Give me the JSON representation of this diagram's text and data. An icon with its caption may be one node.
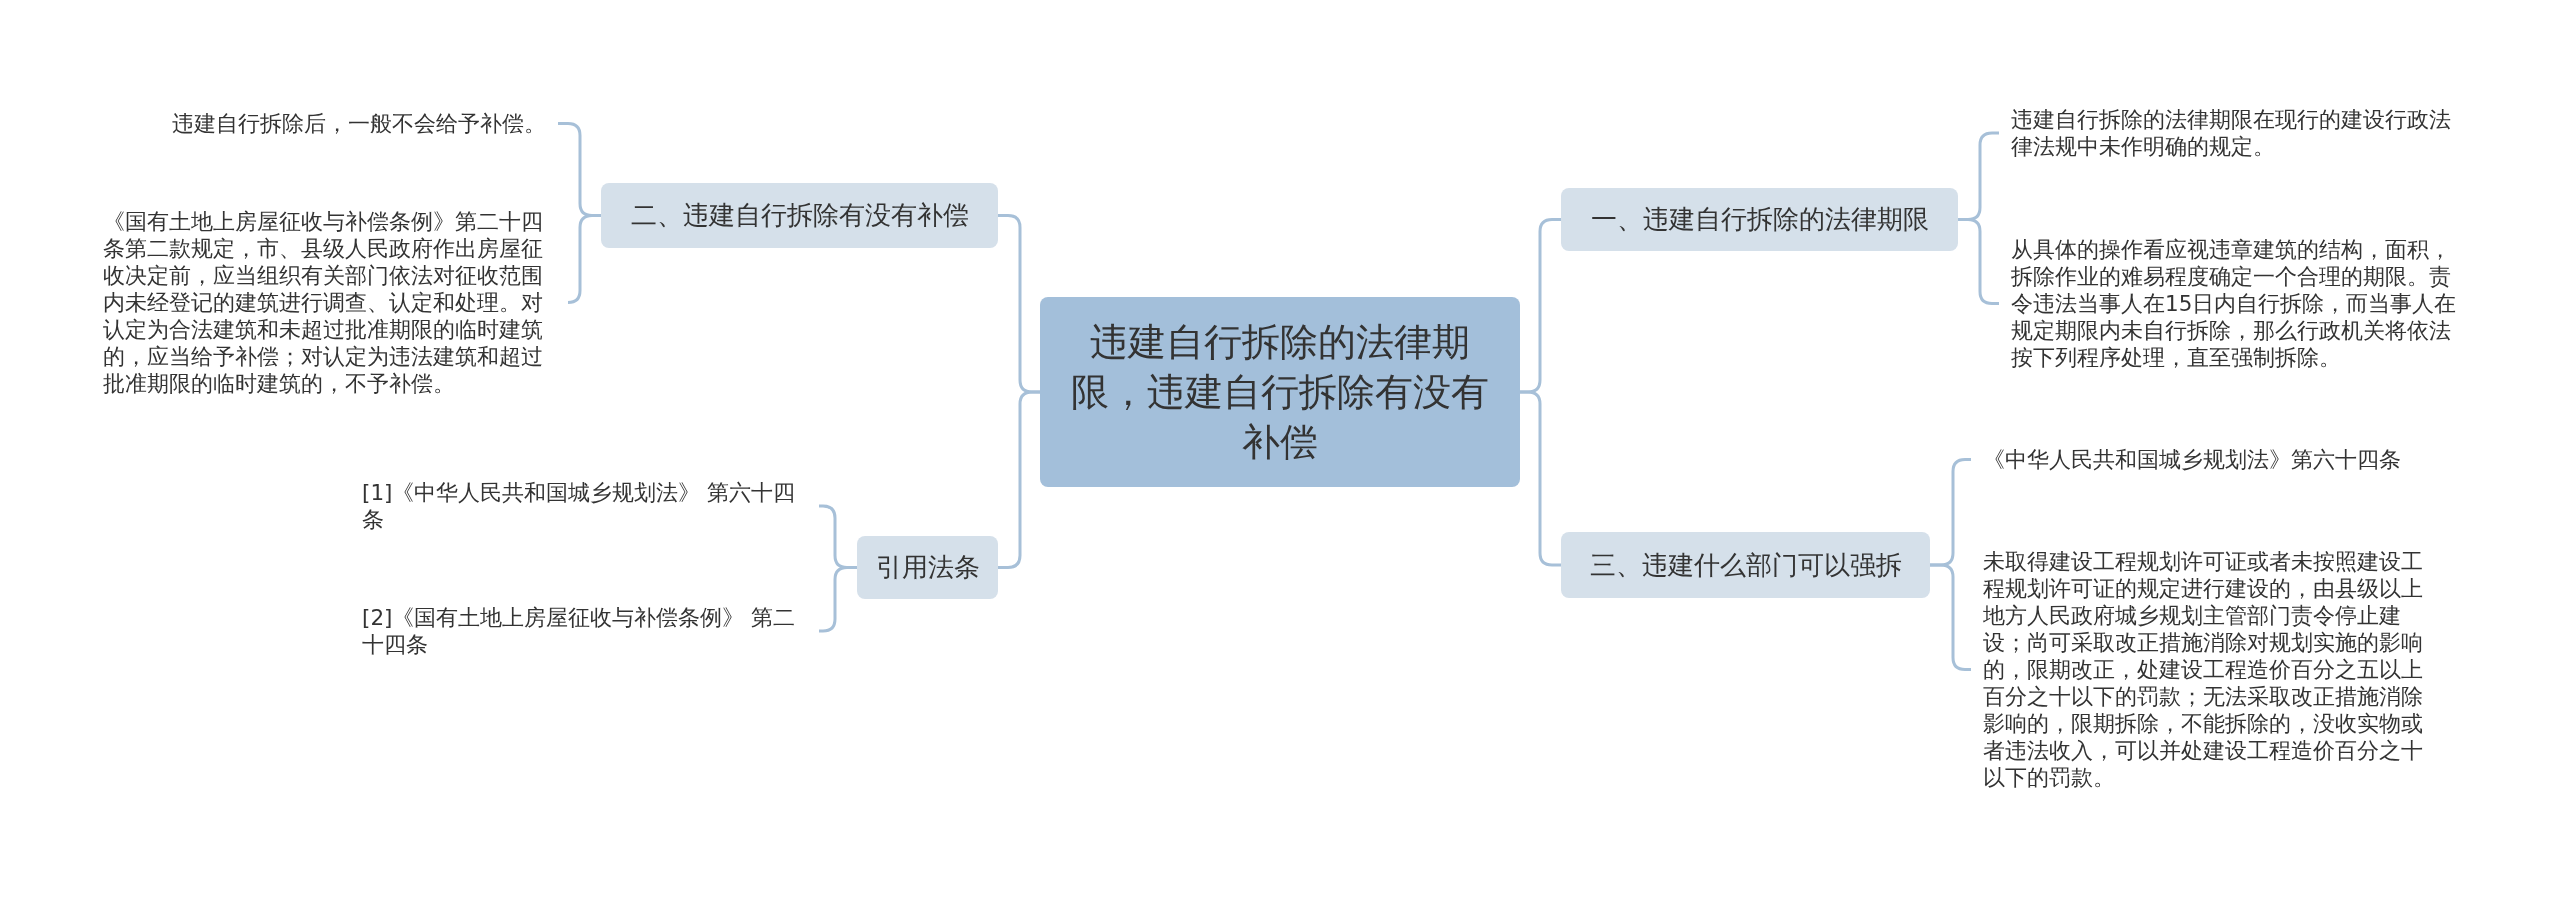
{
  "diagram": {
    "nodes": [
      {
        "text": [
          "违建自行拆除的法律期限，违建自行拆除有没有补偿"
        ]
      },
      {
        "text": [
          "一、违建自行拆除的法律期限"
        ]
      },
      {
        "text": [
          "违建自行拆除的法律期限在现行的建设行政法律法规中未作明确的规定。"
        ]
      },
      {
        "text": [
          "从具体的操作看应视违章建筑的结构，面积，拆除作业的难易程度确定一个合理的期限。责令违法当事人在15日内自行拆除，而当事人在规定期限内未自行拆除，那么行政机关将依法按下列程序处理，直至强制拆除。"
        ]
      },
      {
        "text": [
          "三、违建什么部门可以强拆"
        ]
      },
      {
        "text": [
          "《中华人民共和国城乡规划法》第六十四条"
        ]
      },
      {
        "text": [
          "未取得建设工程规划许可证或者未按照建设工程规划许可证的规定进行建设的，由县级以上地方人民政府城乡规划主管部门责令停止建设；尚可采取改正措施消除对规划实施的影响的，限期改正，处建设工程造价百分之五以上百分之十以下的罚款；无法采取改正措施消除影响的，限期拆除，不能拆除的，没收实物或者违法收入，可以并处建设工程造价百分之十以下的罚款。"
        ]
      },
      {
        "text": [
          "二、违建自行拆除有没有补偿"
        ]
      },
      {
        "text": [
          "违建自行拆除后，一般不会给予补偿。"
        ]
      },
      {
        "text": [
          "《国有土地上房屋征收与补偿条例》第二十四条第二款规定，市、县级人民政府作出房屋征收决定前，应当组织有关部门依法对征收范围内未经登记的建筑进行调查、认定和处理。对认定为合法建筑和未超过批准期限的临时建筑的，应当给予补偿；对认定为违法建筑和超过批准期限的临时建筑的，不予补偿。"
        ]
      },
      {
        "text": [
          "引用法条"
        ]
      },
      {
        "text": [
          "[1]《中华人民共和国城乡规划法》 第六十四条"
        ]
      },
      {
        "text": [
          "[2]《国有土地上房屋征收与补偿条例》 第二十四条"
        ]
      }
    ],
    "edges": [
      {
        "from": 0,
        "to": 1,
        "arrow": "none"
      },
      {
        "from": 0,
        "to": 4,
        "arrow": "none"
      },
      {
        "from": 0,
        "to": 7,
        "arrow": "none"
      },
      {
        "from": 0,
        "to": 10,
        "arrow": "none"
      },
      {
        "from": 1,
        "to": 2,
        "arrow": "none"
      },
      {
        "from": 1,
        "to": 3,
        "arrow": "none"
      },
      {
        "from": 4,
        "to": 5,
        "arrow": "none"
      },
      {
        "from": 4,
        "to": 6,
        "arrow": "none"
      },
      {
        "from": 7,
        "to": 8,
        "arrow": "none"
      },
      {
        "from": 7,
        "to": 9,
        "arrow": "none"
      },
      {
        "from": 10,
        "to": 11,
        "arrow": "none"
      },
      {
        "from": 10,
        "to": 12,
        "arrow": "none"
      }
    ]
  }
}
